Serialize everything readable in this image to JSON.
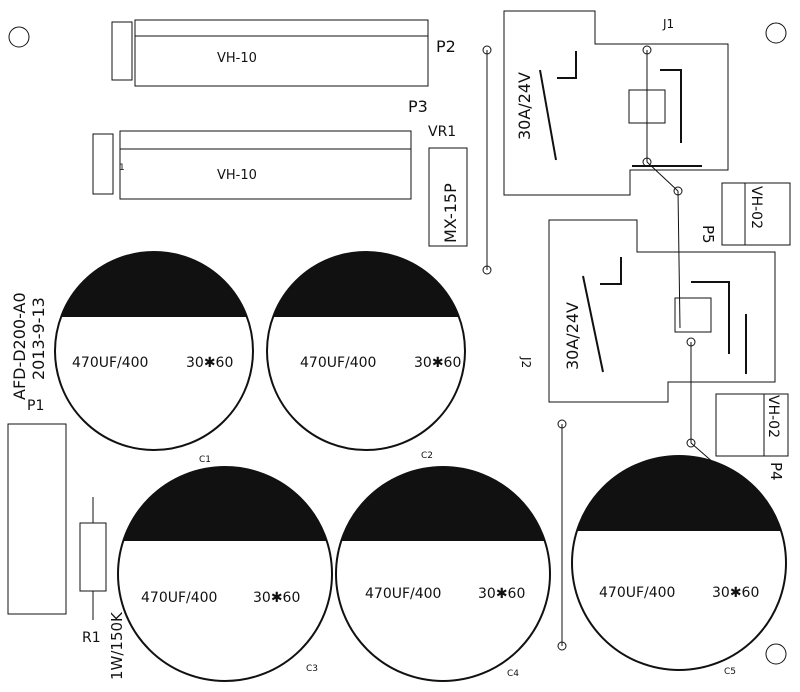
{
  "board": {
    "title": "AFD-D200-A0",
    "date": "2013-9-13",
    "labels": {
      "p1": "P1",
      "p2": "P2",
      "p3": "P3",
      "p4": "P4",
      "p5": "P5",
      "vr1": "VR1",
      "j1": "J1",
      "j2": "J2",
      "r1": "R1",
      "r1_value": "1W/150K",
      "vr1_part": "MX-15P",
      "p2_part": "VH-10",
      "p3_part": "VH-10",
      "p3_pin": "1",
      "p4_part": "VH-02",
      "p5_part": "VH-02",
      "relay_rating": "30A/24V"
    },
    "capacitors": [
      {
        "ref": "C1",
        "value": "470UF/400",
        "size": "30✱60"
      },
      {
        "ref": "C2",
        "value": "470UF/400",
        "size": "30✱60"
      },
      {
        "ref": "C3",
        "value": "470UF/400",
        "size": "30✱60"
      },
      {
        "ref": "C4",
        "value": "470UF/400",
        "size": "30✱60"
      },
      {
        "ref": "C5",
        "value": "470UF/400",
        "size": "30✱60"
      }
    ]
  }
}
